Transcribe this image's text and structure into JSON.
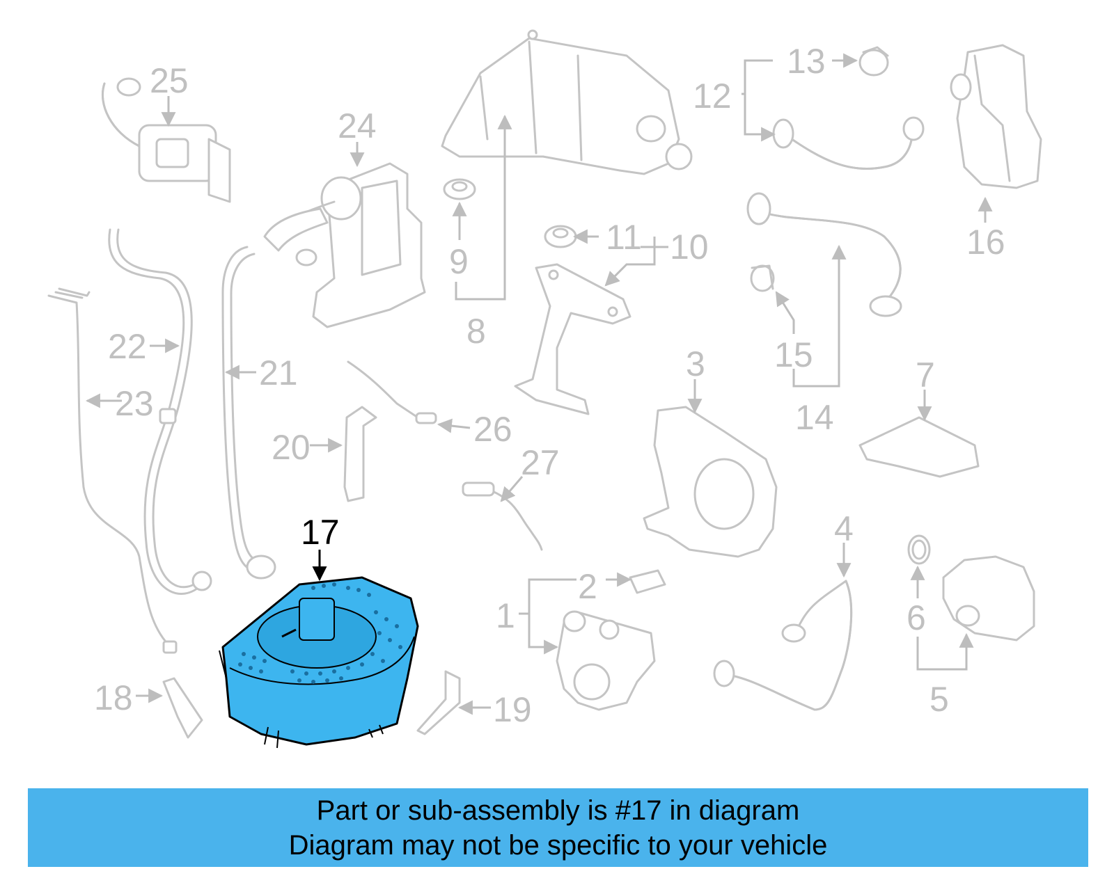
{
  "diagram": {
    "highlight_color": "#3db5ef",
    "highlighted_part": "17",
    "callouts": [
      "1",
      "2",
      "3",
      "4",
      "5",
      "6",
      "7",
      "8",
      "9",
      "10",
      "11",
      "12",
      "13",
      "14",
      "15",
      "16",
      "17",
      "18",
      "19",
      "20",
      "21",
      "22",
      "23",
      "24",
      "25",
      "26",
      "27"
    ]
  },
  "banner": {
    "background": "#4ab3ec",
    "line1": "Part or sub-assembly is #17 in diagram",
    "line2": "Diagram may not be specific to your vehicle"
  }
}
